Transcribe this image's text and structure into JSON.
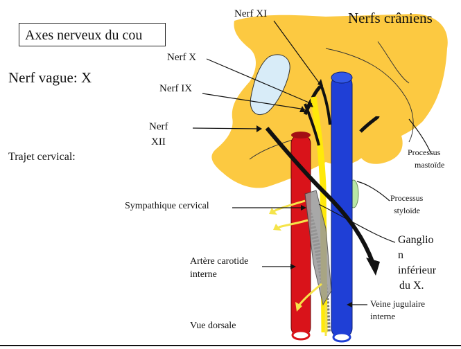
{
  "title": "Axes nerveux du cou",
  "subtitle_top_right": "Nerfs crâniens",
  "left_labels": {
    "vague": "Nerf vague:  X",
    "trajet": "Trajet cervical:"
  },
  "labels": {
    "nerf_xi": "Nerf XI",
    "nerf_x": "Nerf X",
    "nerf_ix": "Nerf IX",
    "nerf_xii_1": "Nerf",
    "nerf_xii_2": "XII",
    "processus_mastoide_1": "Processus",
    "processus_mastoide_2": "mastoïde",
    "processus_styloide_1": "Processus",
    "processus_styloide_2": "styloïde",
    "sympathique": "Sympathique cervical",
    "ganglion_1": "Ganglio",
    "ganglion_2": "n",
    "ganglion_3": "inférieur",
    "ganglion_4": "du X.",
    "carotide_1": "Artère carotide",
    "carotide_2": "interne",
    "jugulaire_1": "Veine jugulaire",
    "jugulaire_2": "interne",
    "vue": "Vue dorsale"
  },
  "colors": {
    "skull": "#fcc941",
    "artery": "#d9131a",
    "vein": "#1f3fd6",
    "nerf_x": "#ffe90a",
    "nerve_black": "#111111",
    "sympathetic": "#f5e44a",
    "styloid": "#b9e6a6",
    "foramen": "#d8ecf8"
  }
}
